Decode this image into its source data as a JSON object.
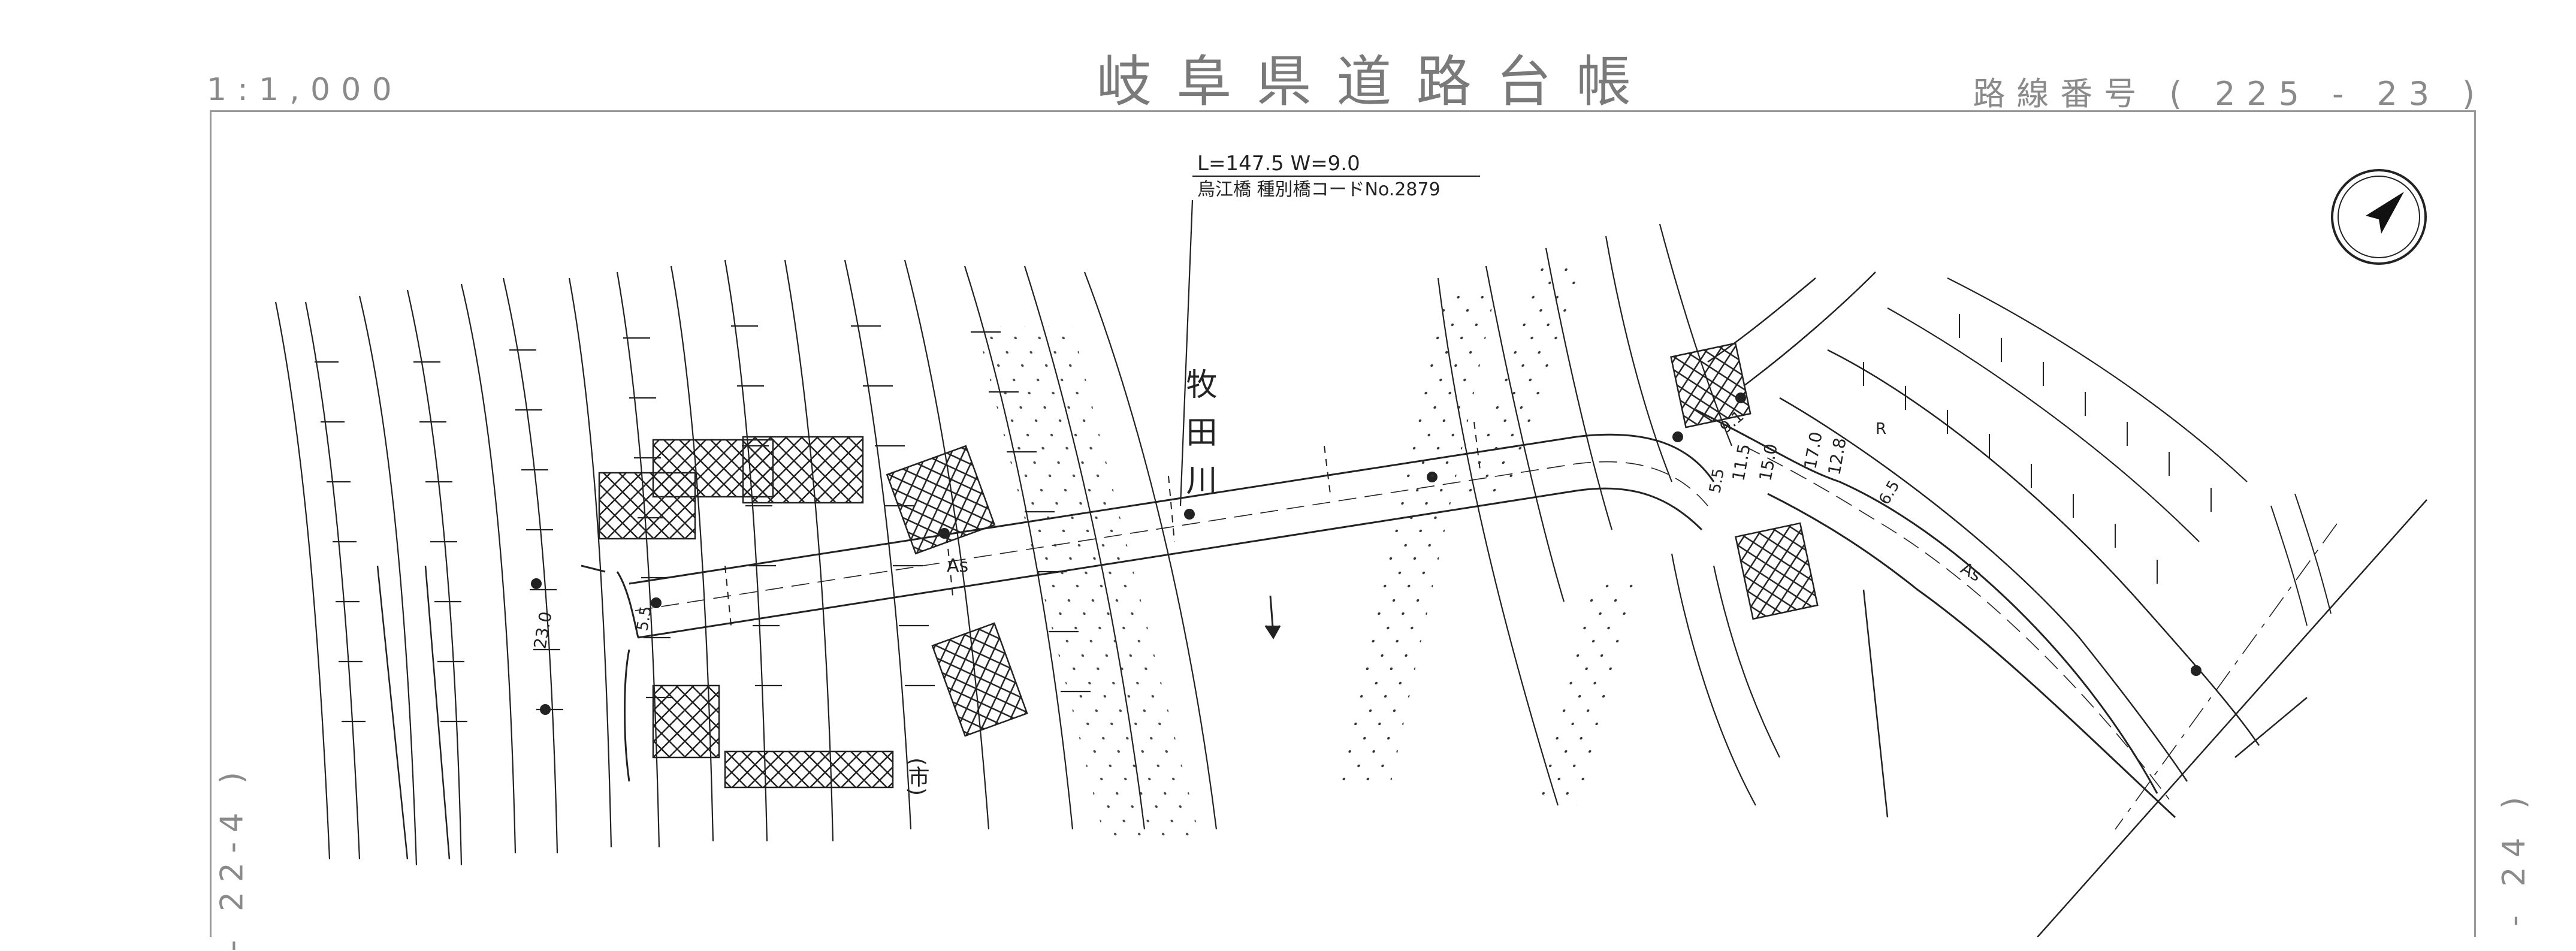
{
  "header": {
    "title": "岐阜県道路台帳",
    "scale": "1:1,000",
    "route_number": "路線番号 ( 225 - 23 )"
  },
  "sheet_links": {
    "left": "- 22-4 )",
    "right": "- 24 )"
  },
  "bridge": {
    "dims": "L=147.5 W=9.0",
    "name_code": "烏江橋 種別橋コードNo.2879"
  },
  "river_label": "牧田川",
  "road_labels": {
    "pavement_left": "As",
    "pavement_right": "As",
    "width_23": "23.0",
    "width_55a": "5.5",
    "width_115": "11.5",
    "width_150": "15.0",
    "width_170": "17.0",
    "width_128": "12.8",
    "width_55b": "5.5",
    "width_65": "6.5",
    "width_91": "9.1",
    "road_mark_r": "R",
    "road_mark_ichi": "(市)"
  },
  "icons": {
    "north_arrow": "north-arrow-icon"
  },
  "colors": {
    "line": "#222222",
    "frame": "#999999",
    "header": "#8a8a8a"
  }
}
